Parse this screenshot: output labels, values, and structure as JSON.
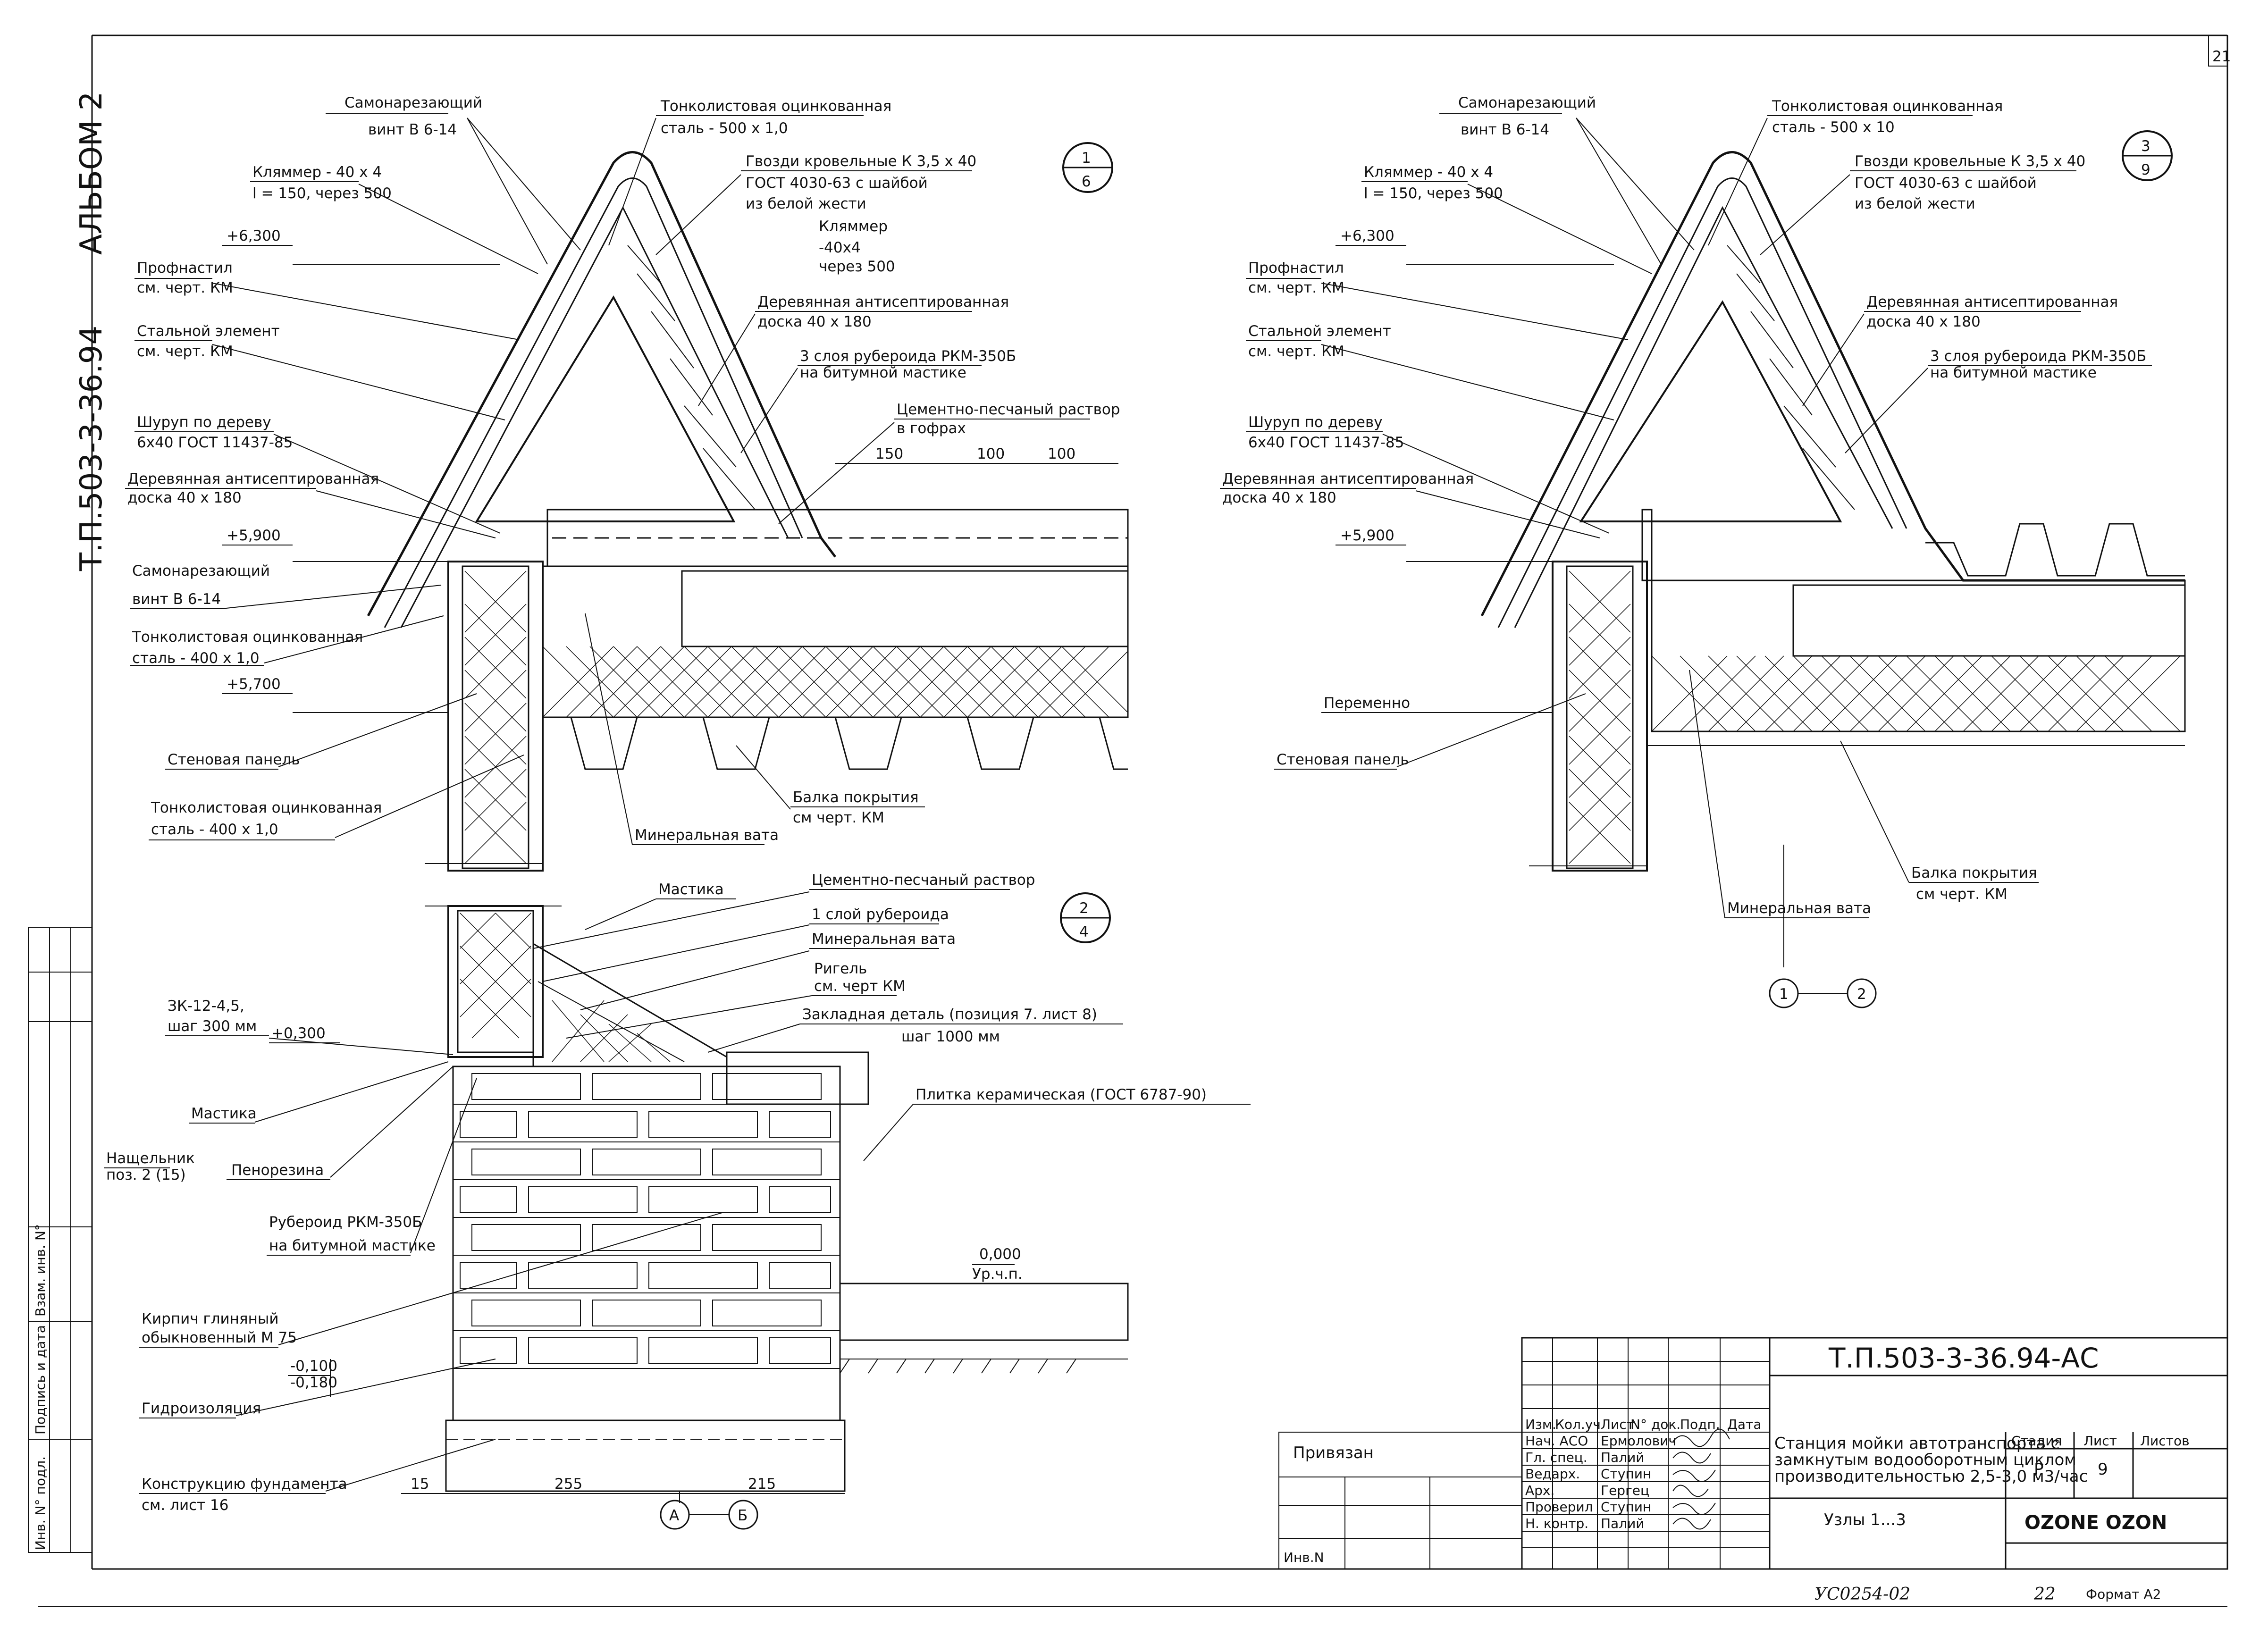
{
  "sheet": {
    "page_number": "21",
    "album_label": "АЛЬБОМ 2",
    "vertical_code": "Т.П.503-3-36.94",
    "bottom_left_stamp": [
      "Инв. N° подл.",
      "Подпись и дата",
      "Взам. инв. N°"
    ],
    "footer_code": "УС0254-02",
    "footer_number": "22",
    "footer_format": "Формат А2"
  },
  "node_1_6": {
    "marker_top": "1",
    "marker_bottom": "6",
    "labels": {
      "screw_top": [
        "Самонарезающий",
        "винт  В 6-14"
      ],
      "steel_top": [
        "Тонколистовая оцинкованная",
        "сталь  - 500 х 1,0"
      ],
      "clamp": [
        "Кляммер  - 40 х 4",
        "l = 150,  через 500"
      ],
      "nails": [
        "Гвозди кровельные К 3,5 х 40",
        "ГОСТ 4030-63  с шайбой",
        "из белой жести"
      ],
      "clamp2": [
        "Кляммер",
        "-40х4",
        "через 500"
      ],
      "lvl_6300": "+6,300",
      "profnastil": [
        "Профнастил",
        "см. черт. КМ"
      ],
      "board_right": [
        "Деревянная антисептированная",
        "доска  40 х 180"
      ],
      "steel_elem": [
        "Стальной элемент",
        "см. черт. КМ"
      ],
      "ruberoid3": [
        "3 слоя рубероида РКМ-350Б",
        "на битумной мастике"
      ],
      "cement": [
        "Цементно-песчаный раствор",
        "в гофрах"
      ],
      "dims": [
        "150",
        "100",
        "100"
      ],
      "screw_wood": [
        "Шуруп по дереву",
        "6х40 ГОСТ 11437-85"
      ],
      "board_left": [
        "Деревянная антисептированная",
        "доска  40 х 180"
      ],
      "lvl_5900": "+5,900",
      "screw_mid": [
        "Самонарезающий",
        "винт  В 6-14"
      ],
      "steel_mid": [
        "Тонколистовая оцинкованная",
        "сталь  - 400 х 1,0"
      ],
      "lvl_5700": "+5,700",
      "wall_panel": "Стеновая панель",
      "steel_low": [
        "Тонколистовая оцинкованная",
        "сталь  - 400 х 1,0"
      ],
      "beam": [
        "Балка покрытия",
        "см черт. КМ"
      ],
      "minwool": "Минеральная вата"
    }
  },
  "node_2_4": {
    "marker_top": "2",
    "marker_bottom": "4",
    "labels": {
      "mastic_top": "Мастика",
      "cement": "Цементно-песчаный раствор",
      "ruberoid1": "1 слой рубероида",
      "minwool": "Минеральная вата",
      "rigel": [
        "Ригель",
        "см. черт КМ"
      ],
      "embed": [
        "Закладная деталь  (позиция 7. лист 8)",
        "шаг 1000 мм"
      ],
      "zk": [
        "ЗК-12-4,5,",
        "шаг 300 мм"
      ],
      "lvl_0300": "+0,300",
      "tile": "Плитка керамическая  (ГОСТ 6787-90)",
      "mastic_low": "Мастика",
      "nashchelnik": [
        "Нащельник",
        "поз. 2 (15)"
      ],
      "penorezina": "Пенорезина",
      "ruberoid_rkm": [
        "Рубероид РКМ-350Б",
        "на битумной мастике"
      ],
      "lvl_0000": "0,000",
      "floor": "Ур.ч.п.",
      "brick": [
        "Кирпич глиняный",
        "обыкновенный М 75"
      ],
      "lvl_0100": "-0,100",
      "lvl_0180": "-0,180",
      "hydro": "Гидроизоляция",
      "foundation": [
        "Конструкцию фундамента",
        "см. лист 16"
      ],
      "dims": [
        "15",
        "255",
        "215"
      ],
      "axis_a": "А",
      "axis_b": "Б"
    }
  },
  "node_3_9": {
    "marker_top": "3",
    "marker_bottom": "9",
    "labels": {
      "screw_top": [
        "Самонарезающий",
        "винт  В 6-14"
      ],
      "steel_top": [
        "Тонколистовая оцинкованная",
        "сталь  - 500 х 10"
      ],
      "clamp": [
        "Кляммер  - 40 х 4",
        "l = 150,  через 500"
      ],
      "nails": [
        "Гвозди кровельные К 3,5 х 40",
        "ГОСТ 4030-63  с шайбой",
        "из белой жести"
      ],
      "lvl_6300": "+6,300",
      "profnastil": [
        "Профнастил",
        "см. черт. КМ"
      ],
      "board_right": [
        "Деревянная антисептированная",
        "доска  40 х 180"
      ],
      "steel_elem": [
        "Стальной элемент",
        "см. черт. КМ"
      ],
      "ruberoid3": [
        "3 слоя рубероида РКМ-350Б",
        "на битумной мастике"
      ],
      "screw_wood": [
        "Шуруп по дереву",
        "6х40 ГОСТ 11437-85"
      ],
      "board_left": [
        "Деревянная антисептированная",
        "доска  40 х 180"
      ],
      "lvl_5900": "+5,900",
      "variable": "Переменно",
      "wall_panel": "Стеновая панель",
      "beam": [
        "Балка покрытия",
        "см черт. КМ"
      ],
      "minwool": "Минеральная вата",
      "axis_1": "1",
      "axis_2": "2"
    }
  },
  "title_block": {
    "doc_code": "Т.П.503-3-36.94-АС",
    "title": [
      "Станция мойки автотранспорта с",
      "замкнутым водооборотным циклом",
      "производительностью 2,5-3,0 м3/час"
    ],
    "subtitle": "Узлы  1...3",
    "header_cols": [
      "Изм.",
      "Кол.уч",
      "Лист",
      "N° док.",
      "Подп.",
      "Дата"
    ],
    "rows": [
      {
        "role": "Нач. АСО",
        "name": "Ермолович"
      },
      {
        "role": "Гл. спец.",
        "name": "Палий"
      },
      {
        "role": "Ведарх.",
        "name": "Ступин"
      },
      {
        "role": "Арх.",
        "name": "Гергец"
      },
      {
        "role": "Проверил",
        "name": "Ступин"
      },
      {
        "role": "Н. контр.",
        "name": "Палий"
      }
    ],
    "stage_headers": [
      "Стадия",
      "Лист",
      "Листов"
    ],
    "stage": "Р",
    "sheet": "9",
    "sheets": "",
    "logo_text": "OZONE OZON",
    "privyazan": "Привязан",
    "inv_n": "Инв.N"
  }
}
